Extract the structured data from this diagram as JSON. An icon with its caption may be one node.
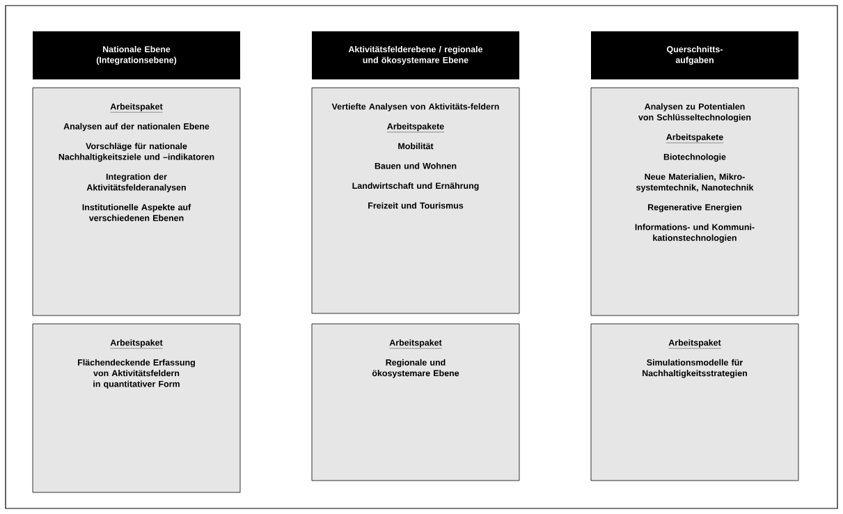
{
  "diagram": {
    "nodes": [
      {
        "text": [
          "Nationale Ebene (Integrationsebene)"
        ]
      },
      {
        "text": [
          "Aktivitätsfelderebene / regionale und ökosystemare Ebene"
        ]
      },
      {
        "text": [
          "Querschnitts-aufgaben"
        ]
      },
      {
        "text": [
          "Arbeitspaket",
          "Analysen auf der nationalen Ebene",
          "Vorschläge für nationale Nachhaltigkeitsziele und –indikatoren",
          "Integration der Aktivitätsfelderanalysen",
          "Institutionelle Aspekte auf verschiedenen Ebenen"
        ]
      },
      {
        "text": [
          "Vertiefte Analysen von Aktivitäts-feldern",
          "Arbeitspakete",
          "Mobilität",
          "Bauen und Wohnen",
          "Landwirtschaft und Ernährung",
          "Freizeit und Tourismus"
        ]
      },
      {
        "text": [
          "Analysen zu Potentialen von Schlüsseltechnologien",
          "Arbeitspakete",
          "Biotechnologie",
          "Neue Materialien, Mikro-systemtechnik, Nanotechnik",
          "Regenerative Energien",
          "Informations- und Kommuni-kationstechnologien"
        ]
      },
      {
        "text": [
          "Arbeitspaket",
          "Flächendeckende Erfassung von Aktivitätsfeldern in quantitativer Form"
        ]
      },
      {
        "text": [
          "Arbeitspaket",
          "Regionale und ökosystemare Ebene"
        ]
      },
      {
        "text": [
          "Arbeitspaket",
          "Simulationsmodelle für Nachhaltigkeitsstrategien"
        ]
      }
    ]
  }
}
